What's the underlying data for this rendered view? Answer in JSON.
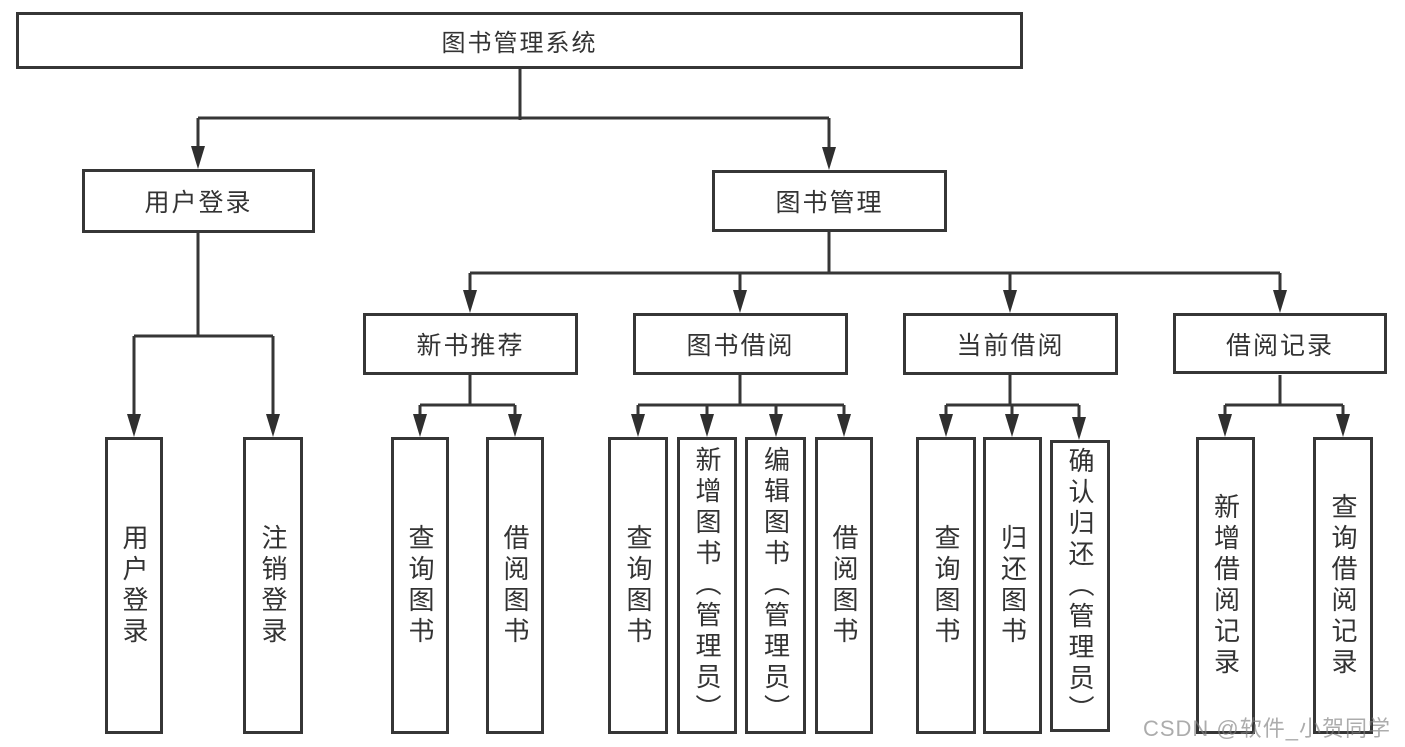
{
  "diagram": {
    "tree": {
      "root": {
        "id": "library-management-system",
        "label": "图书管理系统"
      },
      "branches": [
        {
          "id": "user-login",
          "label": "用户登录",
          "children": [
            {
              "id": "user-login-leaf",
              "label": "用户登录"
            },
            {
              "id": "logout",
              "label": "注销登录"
            }
          ]
        },
        {
          "id": "book-management",
          "label": "图书管理",
          "groups": [
            {
              "id": "new-book-recommendation",
              "label": "新书推荐",
              "children": [
                {
                  "id": "query-books",
                  "label": "查询图书"
                },
                {
                  "id": "borrow-books",
                  "label": "借阅图书"
                }
              ]
            },
            {
              "id": "book-borrowing",
              "label": "图书借阅",
              "children": [
                {
                  "id": "query-books",
                  "label": "查询图书"
                },
                {
                  "id": "add-books-admin",
                  "label": "新增图书（管理员）"
                },
                {
                  "id": "edit-books-admin",
                  "label": "编辑图书（管理员）"
                },
                {
                  "id": "borrow-books",
                  "label": "借阅图书"
                }
              ]
            },
            {
              "id": "current-borrowing",
              "label": "当前借阅",
              "children": [
                {
                  "id": "query-books",
                  "label": "查询图书"
                },
                {
                  "id": "return-books",
                  "label": "归还图书"
                },
                {
                  "id": "confirm-return-admin",
                  "label": "确认归还（管理员）"
                }
              ]
            },
            {
              "id": "borrowing-records",
              "label": "借阅记录",
              "children": [
                {
                  "id": "add-borrow-record",
                  "label": "新增借阅记录"
                },
                {
                  "id": "query-borrow-record",
                  "label": "查询借阅记录"
                }
              ]
            }
          ]
        }
      ]
    },
    "colors": {
      "line": "#363636",
      "box_border": "#363636",
      "box_fill": "#ffffff",
      "text": "#333333",
      "watermark": "#808080"
    }
  },
  "watermark": {
    "text": "CSDN @软件_小贺同学"
  }
}
